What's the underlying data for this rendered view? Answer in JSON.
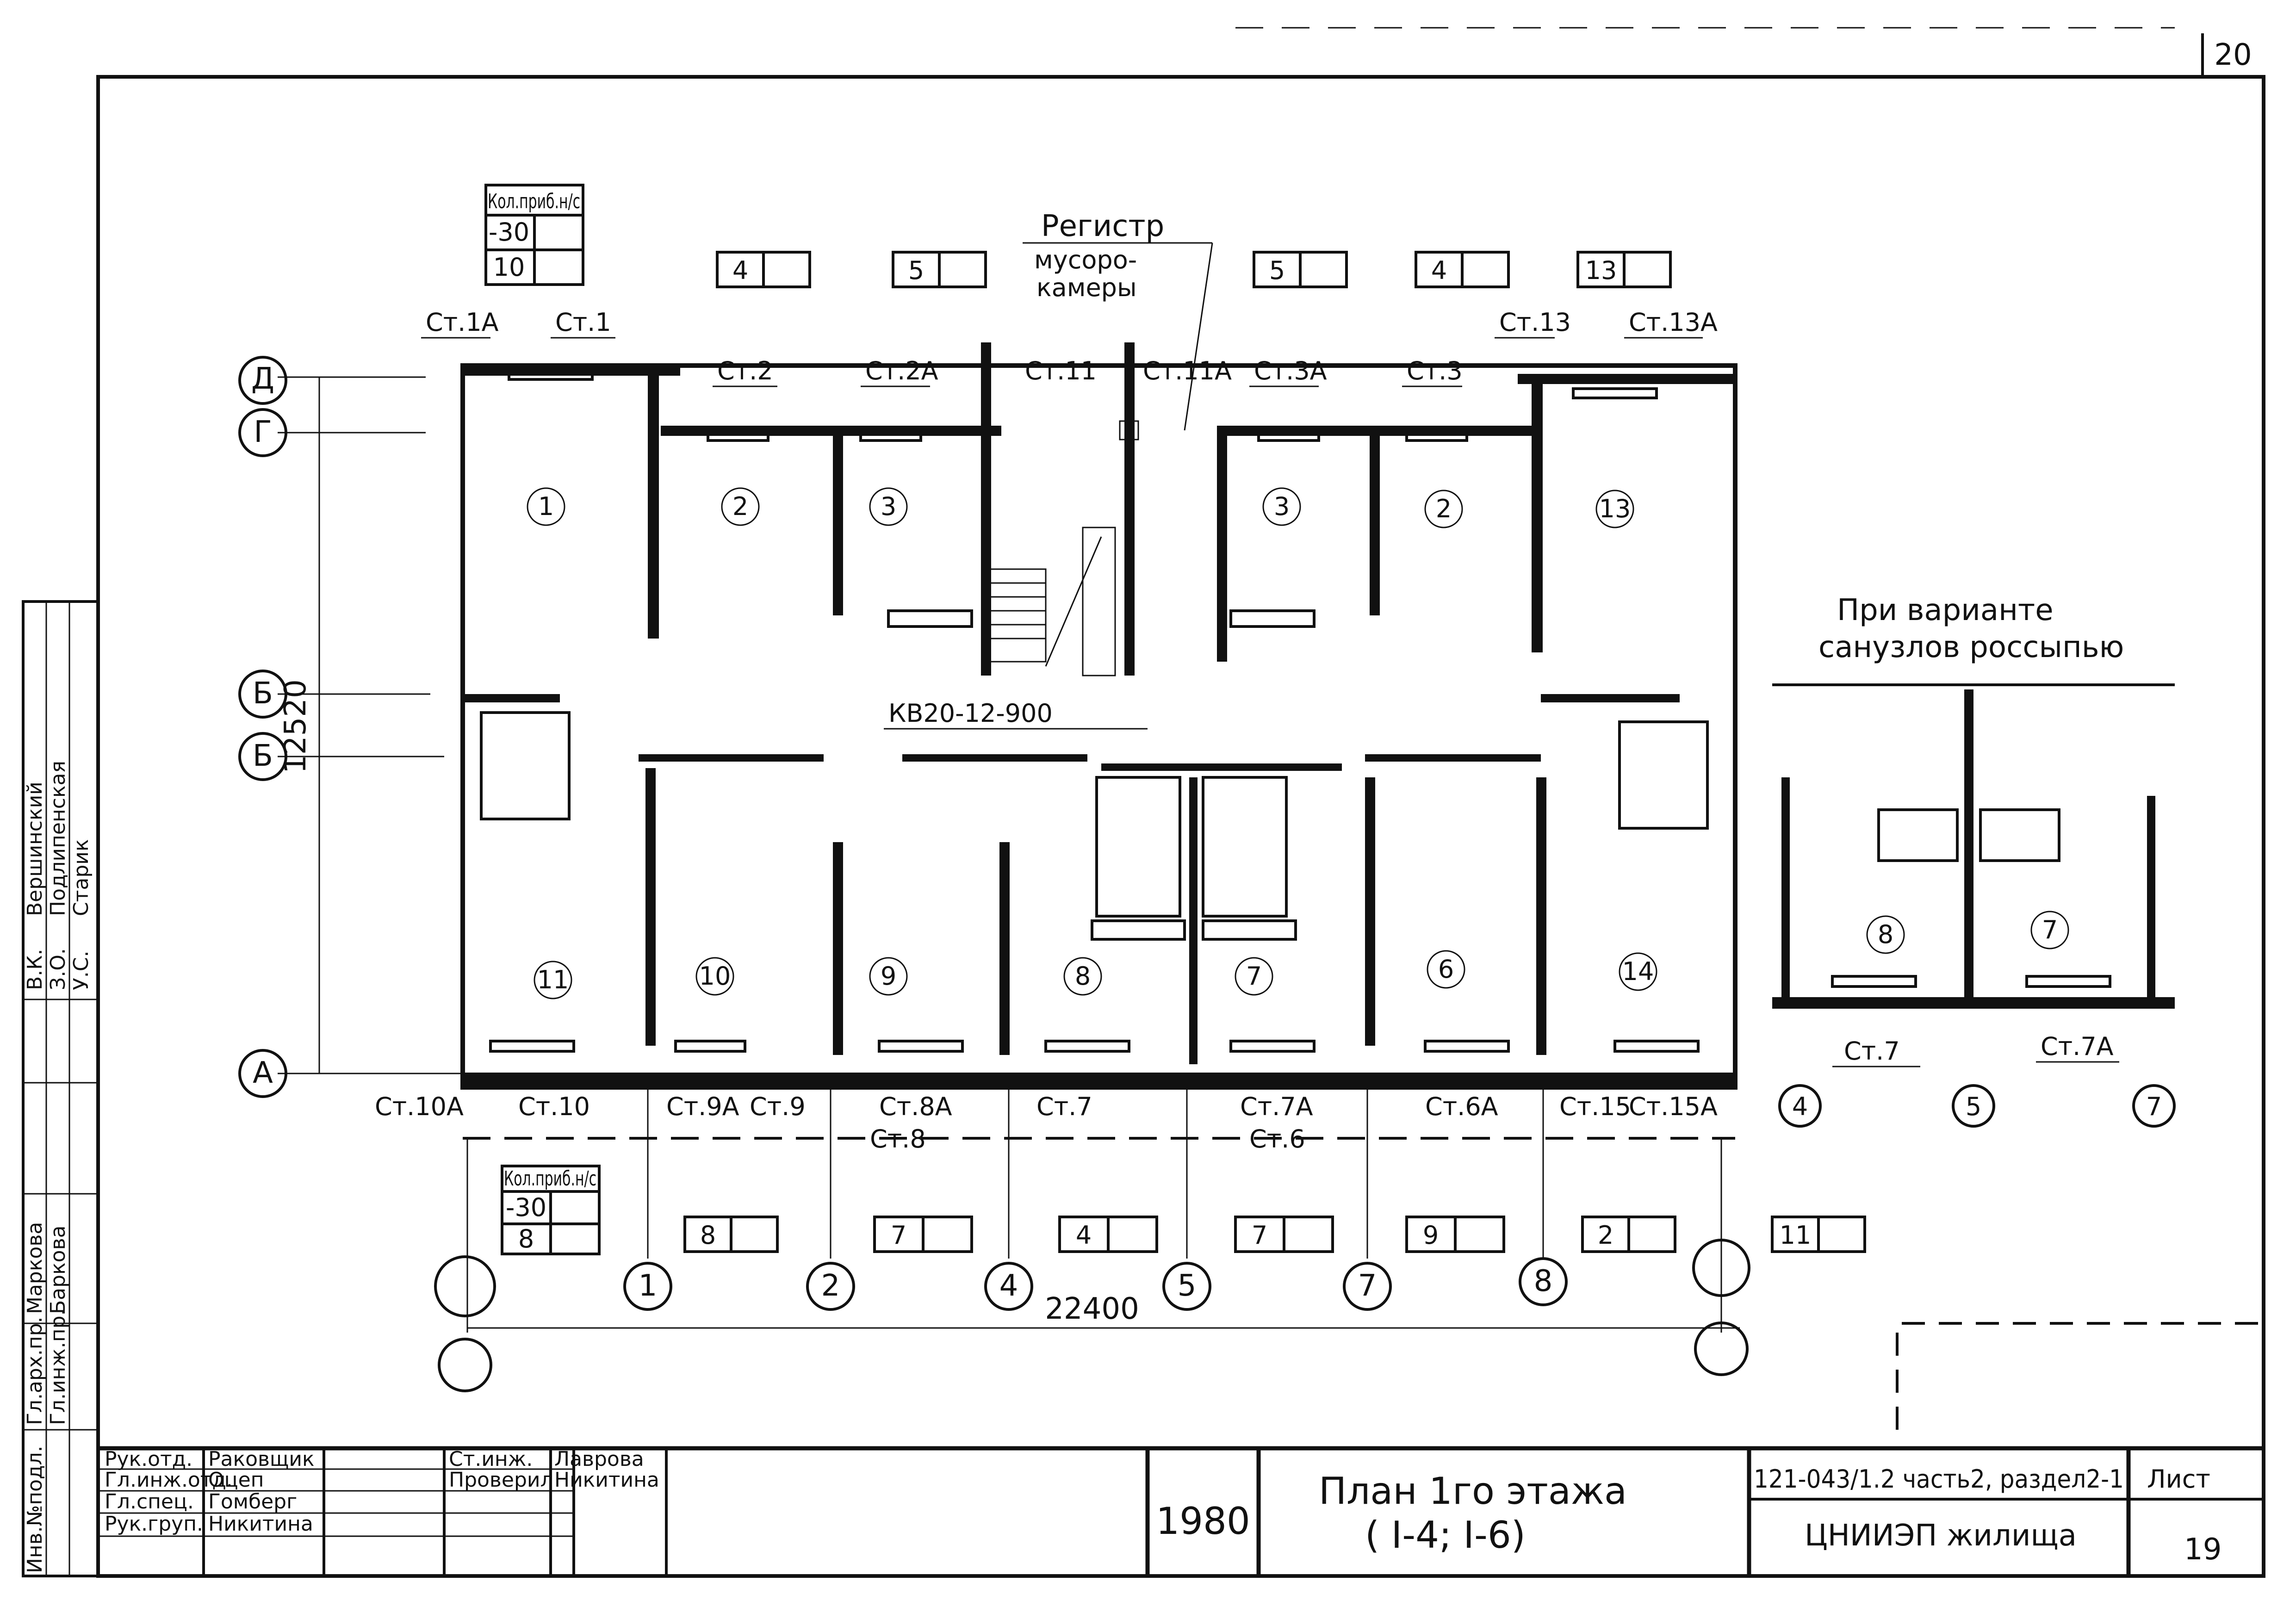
{
  "sheet": {
    "page_number": "20",
    "drawing_title_line1": "План 1го этажа",
    "drawing_title_line2": "( I-4; I-6)",
    "year": "1980",
    "project_code": "121-043/1.2 часть2, раздел2-1",
    "organization": "ЦНИИЭП жилища",
    "sheet_label": "Лист",
    "sheet_number": "19"
  },
  "notes": {
    "register": "Регистр",
    "chamber_line1": "мусоро-",
    "chamber_line2": "камеры",
    "variant_line1": "При варианте",
    "variant_line2": "санузлов россыпью",
    "window_mark": "КВ20-12-900"
  },
  "dimensions": {
    "width": "22400",
    "height": "12520"
  },
  "axes_rows": [
    "Д",
    "Г",
    "Б",
    "Б",
    "А"
  ],
  "axes_cols": [
    "1",
    "2",
    "4",
    "5",
    "7",
    "8"
  ],
  "variant_axes": [
    "4",
    "5",
    "7"
  ],
  "rooms_top": [
    "1",
    "2",
    "3",
    "3",
    "2",
    "13"
  ],
  "rooms_bottom": [
    "11",
    "10",
    "9",
    "8",
    "7",
    "6",
    "14"
  ],
  "variant_rooms": [
    "8",
    "7"
  ],
  "risers_top": [
    "Ст.1А",
    "Ст.1",
    "Ст.2",
    "Ст.2А",
    "Ст.11",
    "Ст.11А",
    "Ст.3А",
    "Ст.3",
    "Ст.13",
    "Ст.13А"
  ],
  "risers_bottom": [
    "Ст.10А",
    "Ст.10",
    "Ст.9А",
    "Ст.9",
    "Ст.8А",
    "Ст.8",
    "Ст.7",
    "Ст.7А",
    "Ст.6",
    "Ст.6А",
    "Ст.15",
    "Ст.15А"
  ],
  "variant_risers": [
    "Ст.7",
    "Ст.7А"
  ],
  "top_boxes": [
    "4",
    "5",
    "5",
    "4",
    "13"
  ],
  "bottom_boxes": [
    "8",
    "7",
    "4",
    "7",
    "9",
    "2",
    "11"
  ],
  "legend_table": {
    "header": "Кол.приб.н/с",
    "rows": [
      "-30",
      "10"
    ]
  },
  "legend_table_bottom": {
    "header": "Кол.приб.н/с",
    "rows": [
      "-30",
      "8"
    ]
  },
  "stamp": {
    "roles": [
      "Рук.отд.",
      "Гл.инж.отд.",
      "Гл.спец.",
      "Рук.груп."
    ],
    "names": [
      "Раковщик",
      "Оцеп",
      "Гомберг",
      "Никитина"
    ],
    "roles2": [
      "Ст.инж.",
      "Проверил"
    ],
    "names2": [
      "Лаврова",
      "Никитина"
    ]
  },
  "side_stamp": {
    "labels": [
      "В.К.",
      "З.О.",
      "У.С.",
      "Гл.арх.пр.",
      "Гл.инж.пр.",
      "Инв.№подл."
    ],
    "names": [
      "Вершинский",
      "Подлипенская",
      "Старик",
      "Маркова",
      "Баркова"
    ]
  }
}
